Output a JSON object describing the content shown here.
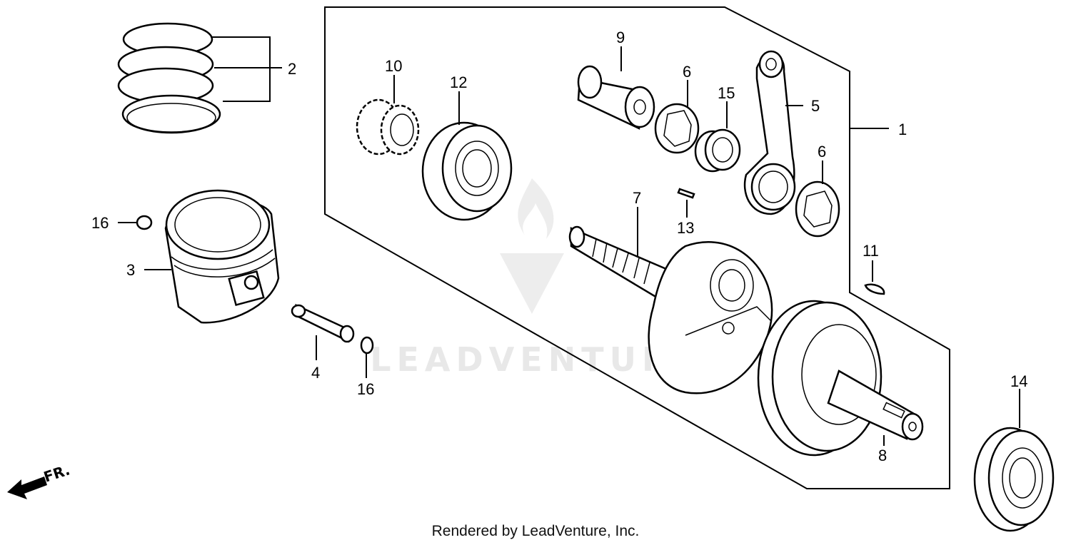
{
  "diagram": {
    "callouts": [
      {
        "id": "c1",
        "label": "1"
      },
      {
        "id": "c2",
        "label": "2"
      },
      {
        "id": "c3",
        "label": "3"
      },
      {
        "id": "c4",
        "label": "4"
      },
      {
        "id": "c5",
        "label": "5"
      },
      {
        "id": "c6a",
        "label": "6"
      },
      {
        "id": "c6b",
        "label": "6"
      },
      {
        "id": "c7",
        "label": "7"
      },
      {
        "id": "c8",
        "label": "8"
      },
      {
        "id": "c9",
        "label": "9"
      },
      {
        "id": "c10",
        "label": "10"
      },
      {
        "id": "c11",
        "label": "11"
      },
      {
        "id": "c12",
        "label": "12"
      },
      {
        "id": "c13",
        "label": "13"
      },
      {
        "id": "c14",
        "label": "14"
      },
      {
        "id": "c15",
        "label": "15"
      },
      {
        "id": "c16a",
        "label": "16"
      },
      {
        "id": "c16b",
        "label": "16"
      }
    ],
    "front_marker": "FR.",
    "watermark": "LEADVENTURE"
  },
  "footer": {
    "rendered_by": "Rendered by LeadVenture, Inc."
  }
}
